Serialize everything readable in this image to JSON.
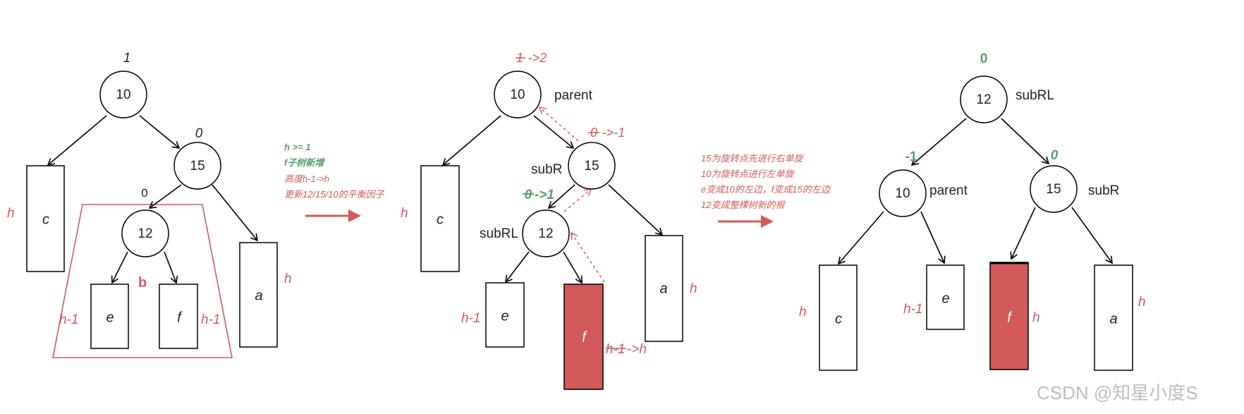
{
  "panel1": {
    "nodes": {
      "n10": "10",
      "n15": "15",
      "n12": "12"
    },
    "balance": {
      "n10": "1",
      "n15": "0",
      "n12": "0"
    },
    "subtrees": {
      "c": "c",
      "e": "e",
      "f": "f",
      "a": "a"
    },
    "heights": {
      "c": "h",
      "e": "h-1",
      "f": "h-1",
      "a": "h"
    },
    "group_label": "b"
  },
  "note1": {
    "line1": "h >= 1",
    "line2": "f子树新增",
    "line3": "高度h-1->h",
    "line4": "更新12/15/10的平衡因子"
  },
  "panel2": {
    "nodes": {
      "n10": "10",
      "n15": "15",
      "n12": "12"
    },
    "balance": {
      "n10_old": "1",
      "n10_new": "->2",
      "n15_old": "0",
      "n15_new": "->-1",
      "n12_old": "0",
      "n12_new": "->1"
    },
    "roles": {
      "n10": "parent",
      "n15": "subR",
      "n12": "subRL"
    },
    "subtrees": {
      "c": "c",
      "e": "e",
      "f": "f",
      "a": "a"
    },
    "heights": {
      "c": "h",
      "e": "h-1",
      "f_old": "h-1",
      "f_new": "->h",
      "a": "h"
    }
  },
  "note2": {
    "line1": "15为旋转点先进行右单旋",
    "line2": "10为旋转点进行左单旋",
    "line3": "e变成10的左边，f变成15的左边",
    "line4": "12变成整棵树新的根"
  },
  "panel3": {
    "nodes": {
      "n12": "12",
      "n10": "10",
      "n15": "15"
    },
    "balance": {
      "n12": "0",
      "n10": "-1",
      "n15": "0"
    },
    "roles": {
      "n12": "subRL",
      "n10": "parent",
      "n15": "subR"
    },
    "subtrees": {
      "c": "c",
      "e": "e",
      "f": "f",
      "a": "a"
    },
    "heights": {
      "c": "h",
      "e": "h-1",
      "f": "h",
      "a": "h"
    }
  },
  "watermark": "CSDN @知星小度S",
  "colors": {
    "red": "#d35a5a",
    "green": "#5a9e6a",
    "black": "#000000"
  }
}
